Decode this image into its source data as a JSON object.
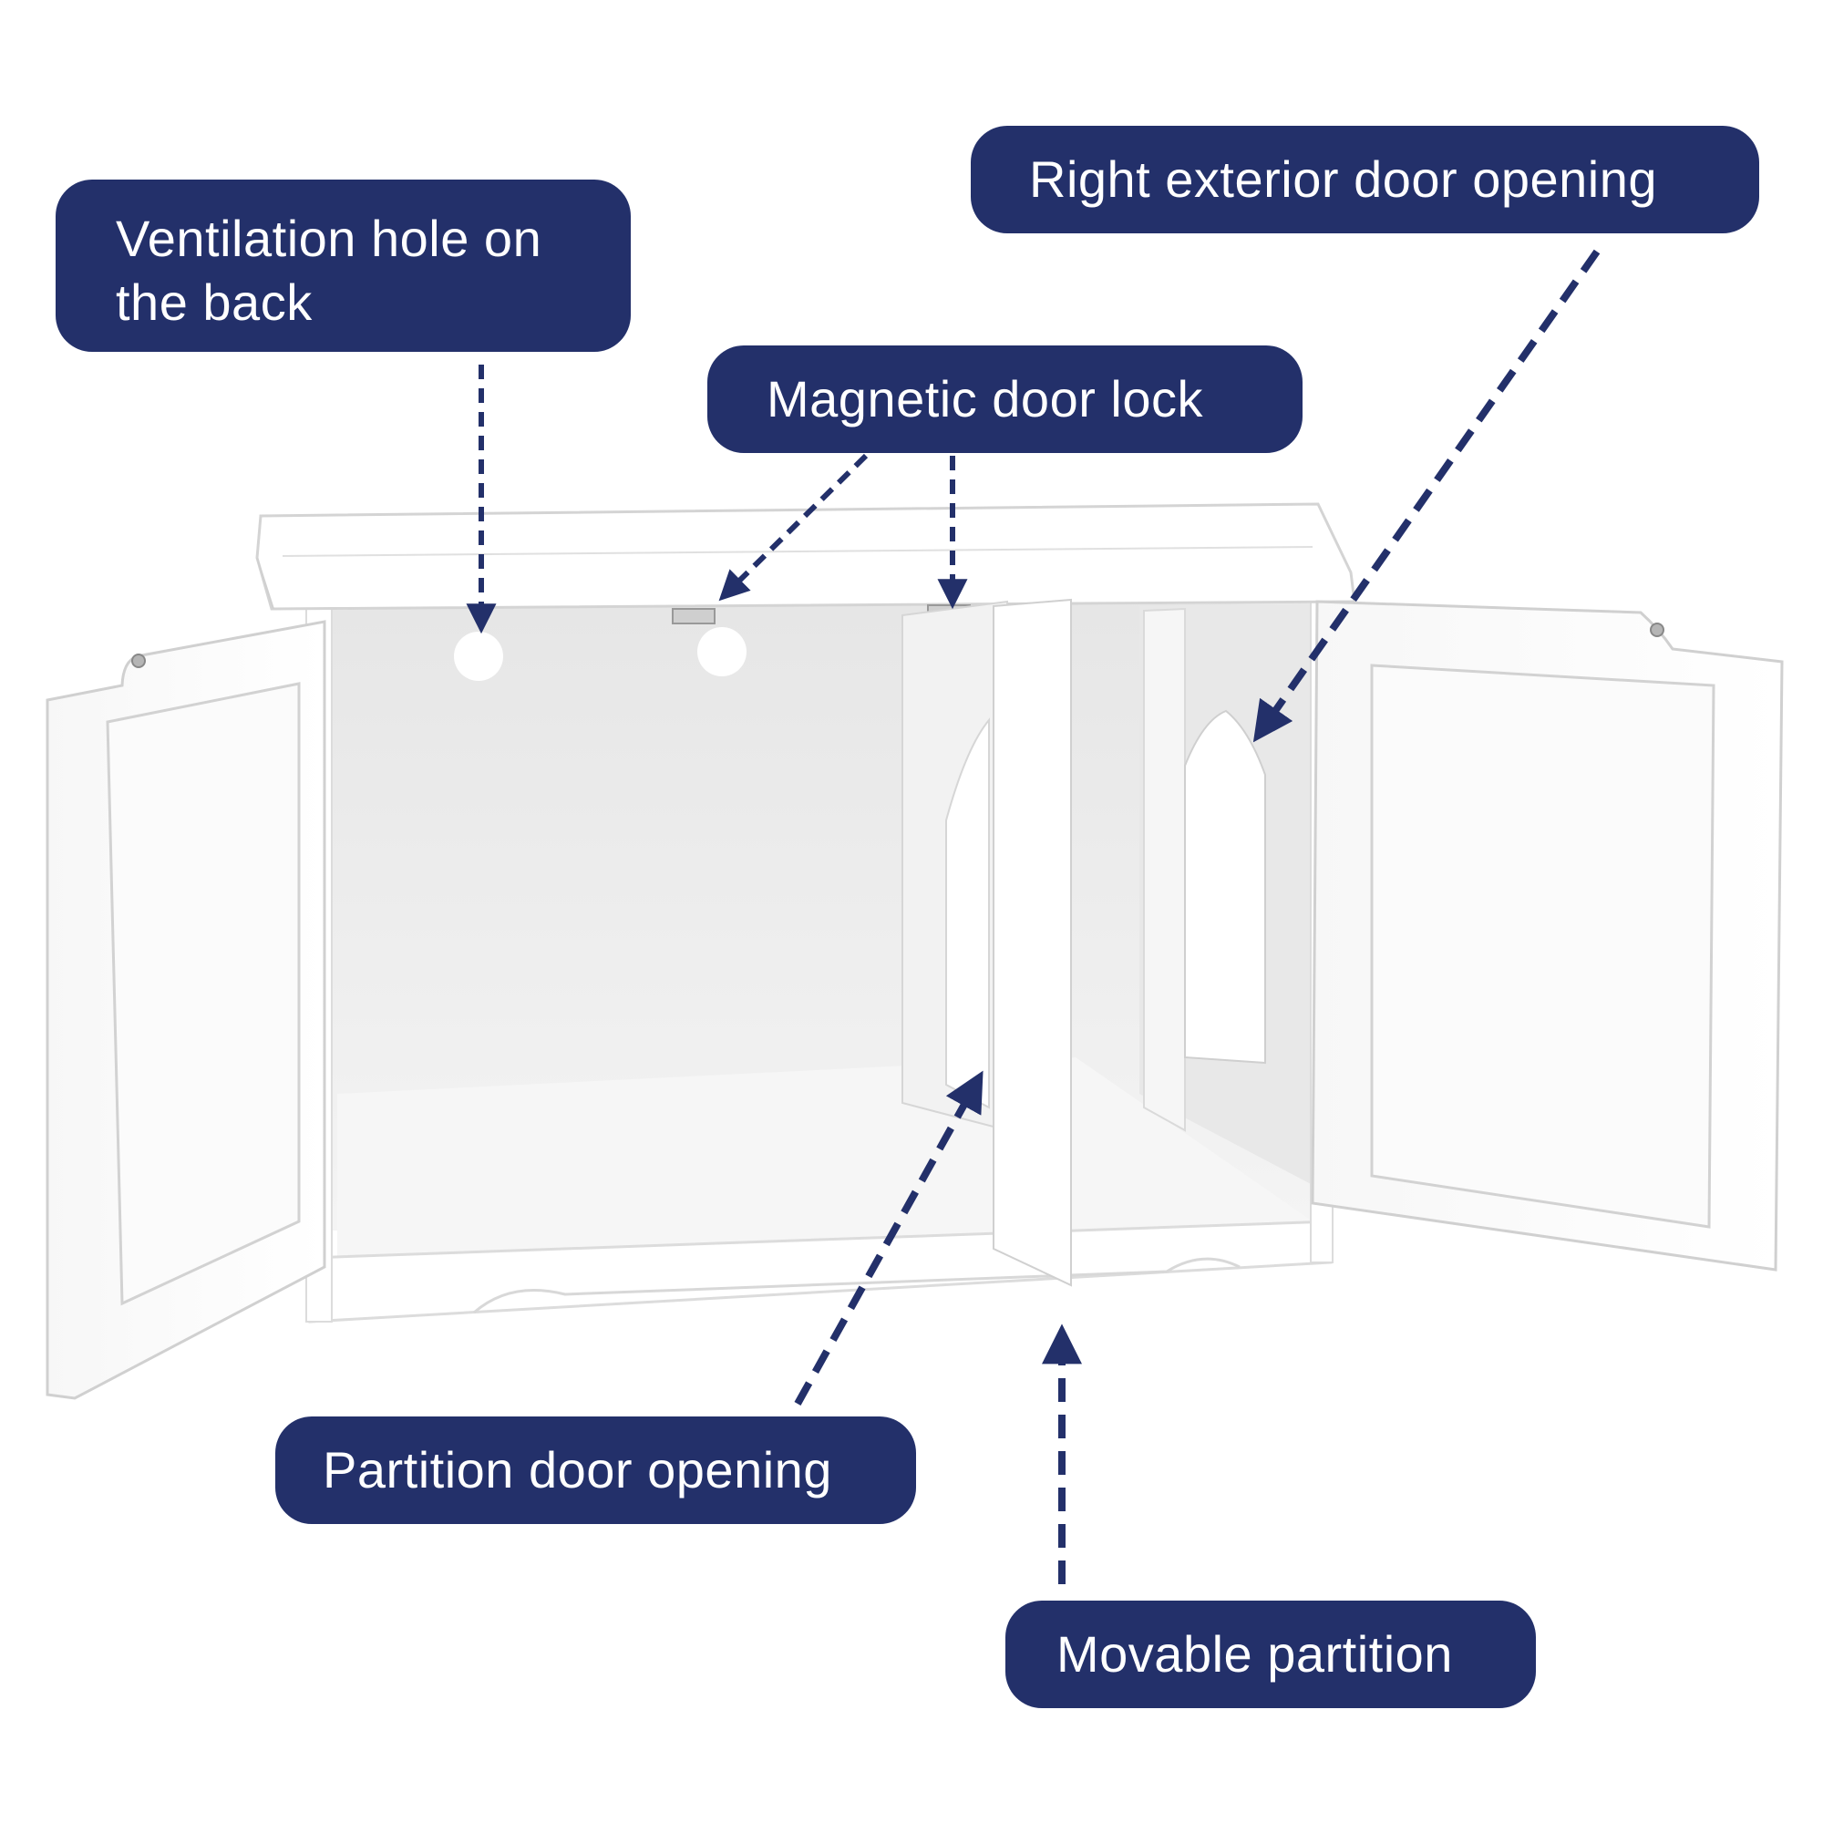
{
  "colors": {
    "label_background": "#23306a",
    "label_text": "#ffffff",
    "arrow": "#23306a",
    "cabinet": "#ffffff",
    "interior": "#eeeeee"
  },
  "callouts": {
    "ventilation": {
      "line1": "Ventilation hole on",
      "line2": "the back",
      "arrow_style": "dashed",
      "icon": "dashed-arrow-down"
    },
    "magnetic": {
      "text": "Magnetic door lock",
      "arrow_style": "dashed",
      "icon": "dashed-arrow-down"
    },
    "right_door": {
      "text": "Right exterior door opening",
      "arrow_style": "dashed",
      "icon": "dashed-arrow-diagonal"
    },
    "partition_door": {
      "text": "Partition door opening",
      "arrow_style": "dashed",
      "icon": "dashed-arrow-up"
    },
    "movable": {
      "text": "Movable partition",
      "arrow_style": "dashed",
      "icon": "dashed-arrow-up"
    }
  }
}
